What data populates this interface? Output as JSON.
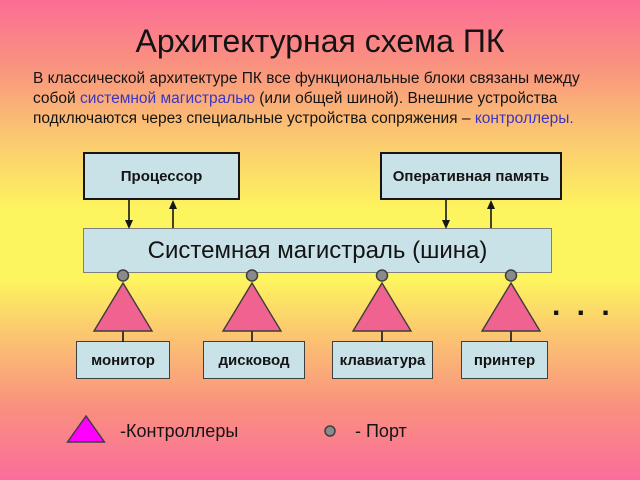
{
  "title": "Архитектурная схема ПК",
  "paragraph": {
    "line1": "В классической архитектуре ПК все функциональные блоки связаны между",
    "line2_pre": "собой ",
    "line2_accent": "системной магистралью",
    "line2_post": " (или общей шиной). Внешние устройства",
    "line3_pre": "подключаются через специальные устройства сопряжения – ",
    "line3_accent": "контроллеры."
  },
  "diagram": {
    "processor": "Процессор",
    "ram": "Оперативная память",
    "bus": "Системная магистраль (шина)",
    "devices": [
      "монитор",
      "дисковод",
      "клавиатура",
      "принтер"
    ],
    "ellipsis": ". . ."
  },
  "legend": {
    "controllers": "-Контроллеры",
    "port": "- Порт",
    "controller_icon": "controller-triangle-icon",
    "port_icon": "port-circle-icon"
  },
  "colors": {
    "bg_top": "#fc6d95",
    "bg_middle": "#fdf55e",
    "bg_bottom": "#fb6d9c",
    "box_fill": "#c8e2e8",
    "box_border_dark": "#161616",
    "bus_border": "#7f7f7f",
    "device_border": "#3f3f3f",
    "triangle_fill": "#f0628f",
    "triangle_border": "#3c3c3c",
    "legend_triangle_fill": "#ff00ff",
    "port_fill": "#8a8a8a",
    "port_border": "#3f3f3f",
    "accent_text": "#3a35c2"
  }
}
